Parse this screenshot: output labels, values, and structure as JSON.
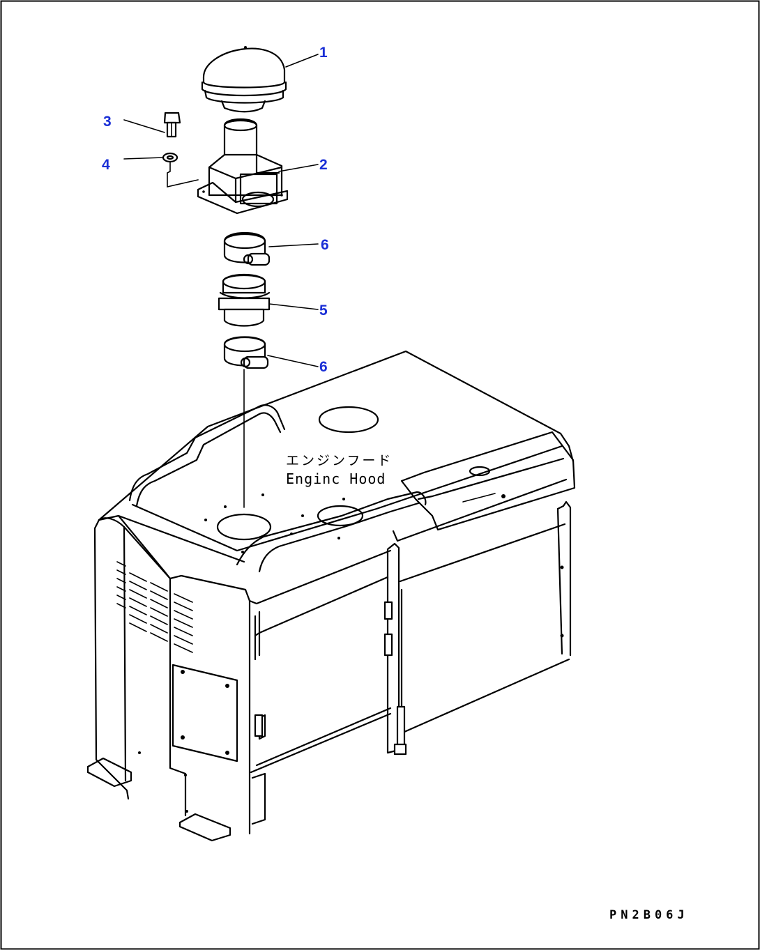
{
  "diagram": {
    "callouts": [
      {
        "id": "1",
        "text": "1"
      },
      {
        "id": "2",
        "text": "2"
      },
      {
        "id": "3",
        "text": "3"
      },
      {
        "id": "4",
        "text": "4"
      },
      {
        "id": "5",
        "text": "5"
      },
      {
        "id": "6a",
        "text": "6"
      },
      {
        "id": "6b",
        "text": "6"
      }
    ],
    "hood_label_jp": "エンジンフード",
    "hood_label_en": "Enginc Hood",
    "drawing_code": "PN2B06J",
    "colors": {
      "callout": "#1a2fd6",
      "line": "#000000",
      "background": "#ffffff"
    }
  }
}
